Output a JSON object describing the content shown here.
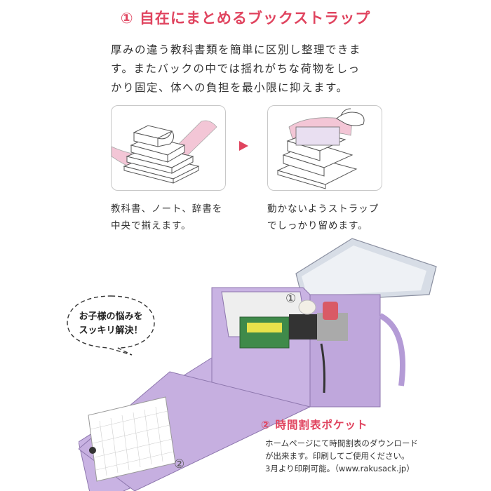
{
  "section1": {
    "heading": "① 自在にまとめるブックストラップ",
    "paragraph_lines": [
      "厚みの違う教科書類を簡単に区別し整理できま",
      "す。またバックの中では揺れがちな荷物をしっ",
      "かり固定、体への負担を最小限に抑えます。"
    ]
  },
  "steps": [
    {
      "caption_lines": [
        "教科書、ノート、辞書を",
        "中央で揃えます。"
      ]
    },
    {
      "caption_lines": [
        "動かないようストラップ",
        "でしっかり留めます。"
      ]
    }
  ],
  "bubble": {
    "lines": [
      "お子様の悩みを",
      "スッキリ解決！"
    ]
  },
  "markers": {
    "one": "①",
    "two": "②"
  },
  "section2": {
    "heading": "② 時間割表ポケット",
    "paragraph_lines": [
      "ホームページにて時間割表のダウンロード",
      "が出来ます。印刷してご使用ください。",
      "3月より印刷可能。（www.rakusack.jp）"
    ]
  },
  "colors": {
    "accent": "#e0445f",
    "bag": "#c9b3e3",
    "strap": "#f3c6d6"
  }
}
